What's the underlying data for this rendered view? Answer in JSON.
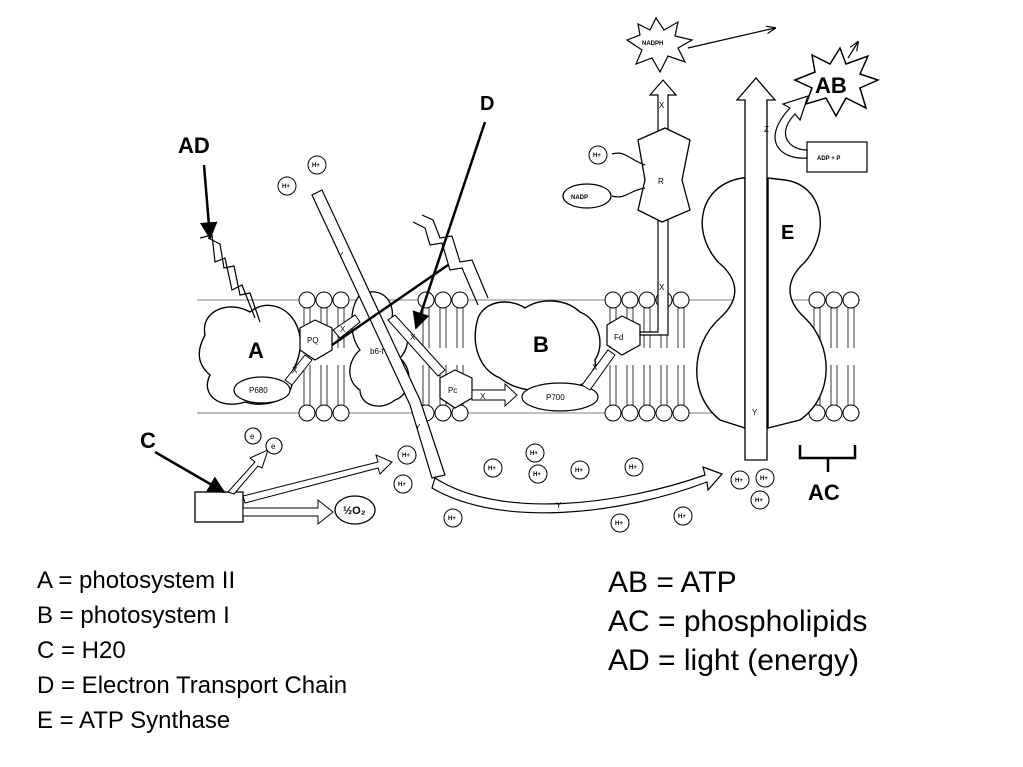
{
  "labels": {
    "A": "A",
    "B": "B",
    "C": "C",
    "D": "D",
    "E": "E",
    "AB": "AB",
    "AC": "AC",
    "AD": "AD"
  },
  "inner_labels": {
    "pq": "PQ",
    "p680": "P680",
    "b6f": "b6-f",
    "pc": "Pc",
    "p700": "P700",
    "fd": "Fd",
    "r": "R",
    "nadp": "NADP",
    "nadph": "NADPH",
    "adp": "ADP + P",
    "x": "X",
    "y": "Y",
    "z": "Z",
    "h": "H+",
    "e": "e",
    "o2": "½O₂"
  },
  "legend_left": [
    "A = photosystem II",
    "B = photosystem I",
    "C = H20",
    "D = Electron Transport Chain",
    "E = ATP Synthase"
  ],
  "legend_right": [
    "AB = ATP",
    "AC = phospholipids",
    "AD = light (energy)"
  ]
}
